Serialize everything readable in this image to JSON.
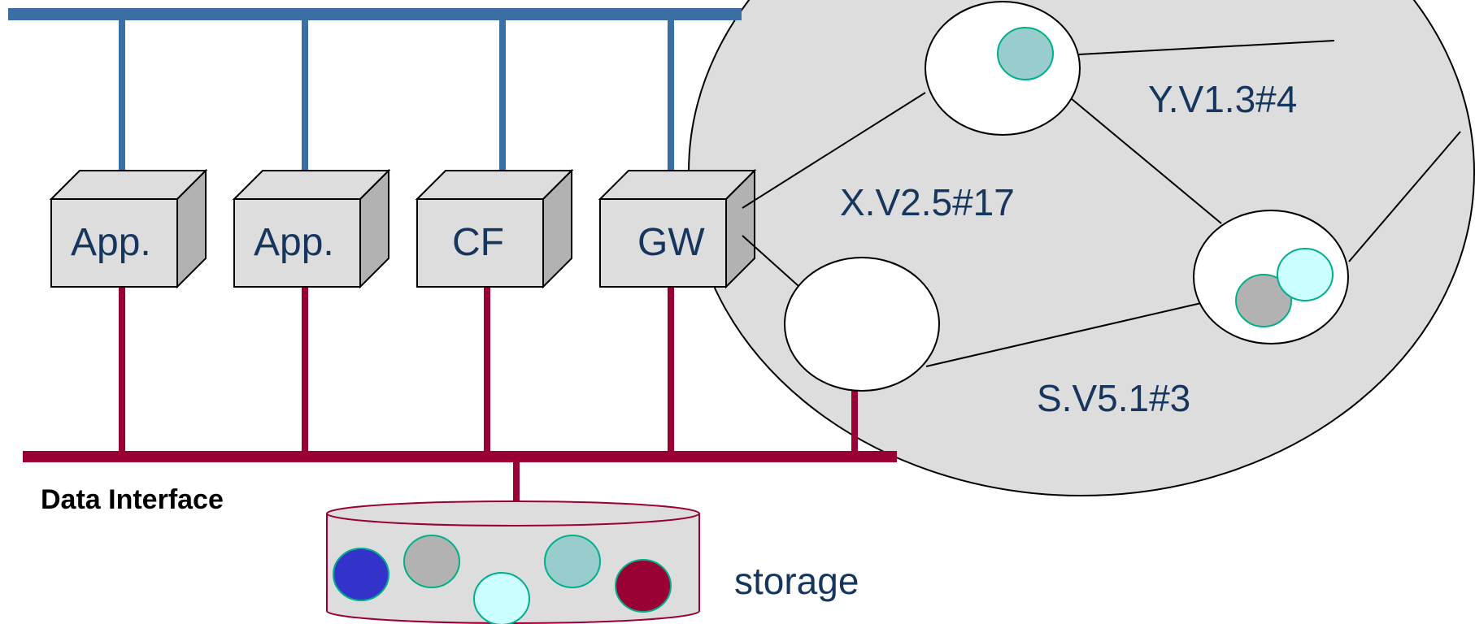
{
  "boxes": [
    {
      "label": "App."
    },
    {
      "label": "App."
    },
    {
      "label": "CF"
    },
    {
      "label": "GW"
    }
  ],
  "network": {
    "labels": {
      "y": "Y.V1.3#4",
      "x": "X.V2.5#17",
      "s": "S.V5.1#3"
    }
  },
  "data_interface_label": "Data Interface",
  "storage_label": "storage",
  "colors": {
    "top_bus": "#3a6ea5",
    "bottom_bus": "#990033",
    "network_fill": "#dddddd",
    "box_front": "#dddddd",
    "box_side": "#b2b2b2",
    "teal": "#99cccc",
    "grey": "#b2b2b2",
    "cyan": "#ccffff",
    "blue": "#3333cc",
    "maroon": "#990033",
    "text": "#17365d"
  }
}
